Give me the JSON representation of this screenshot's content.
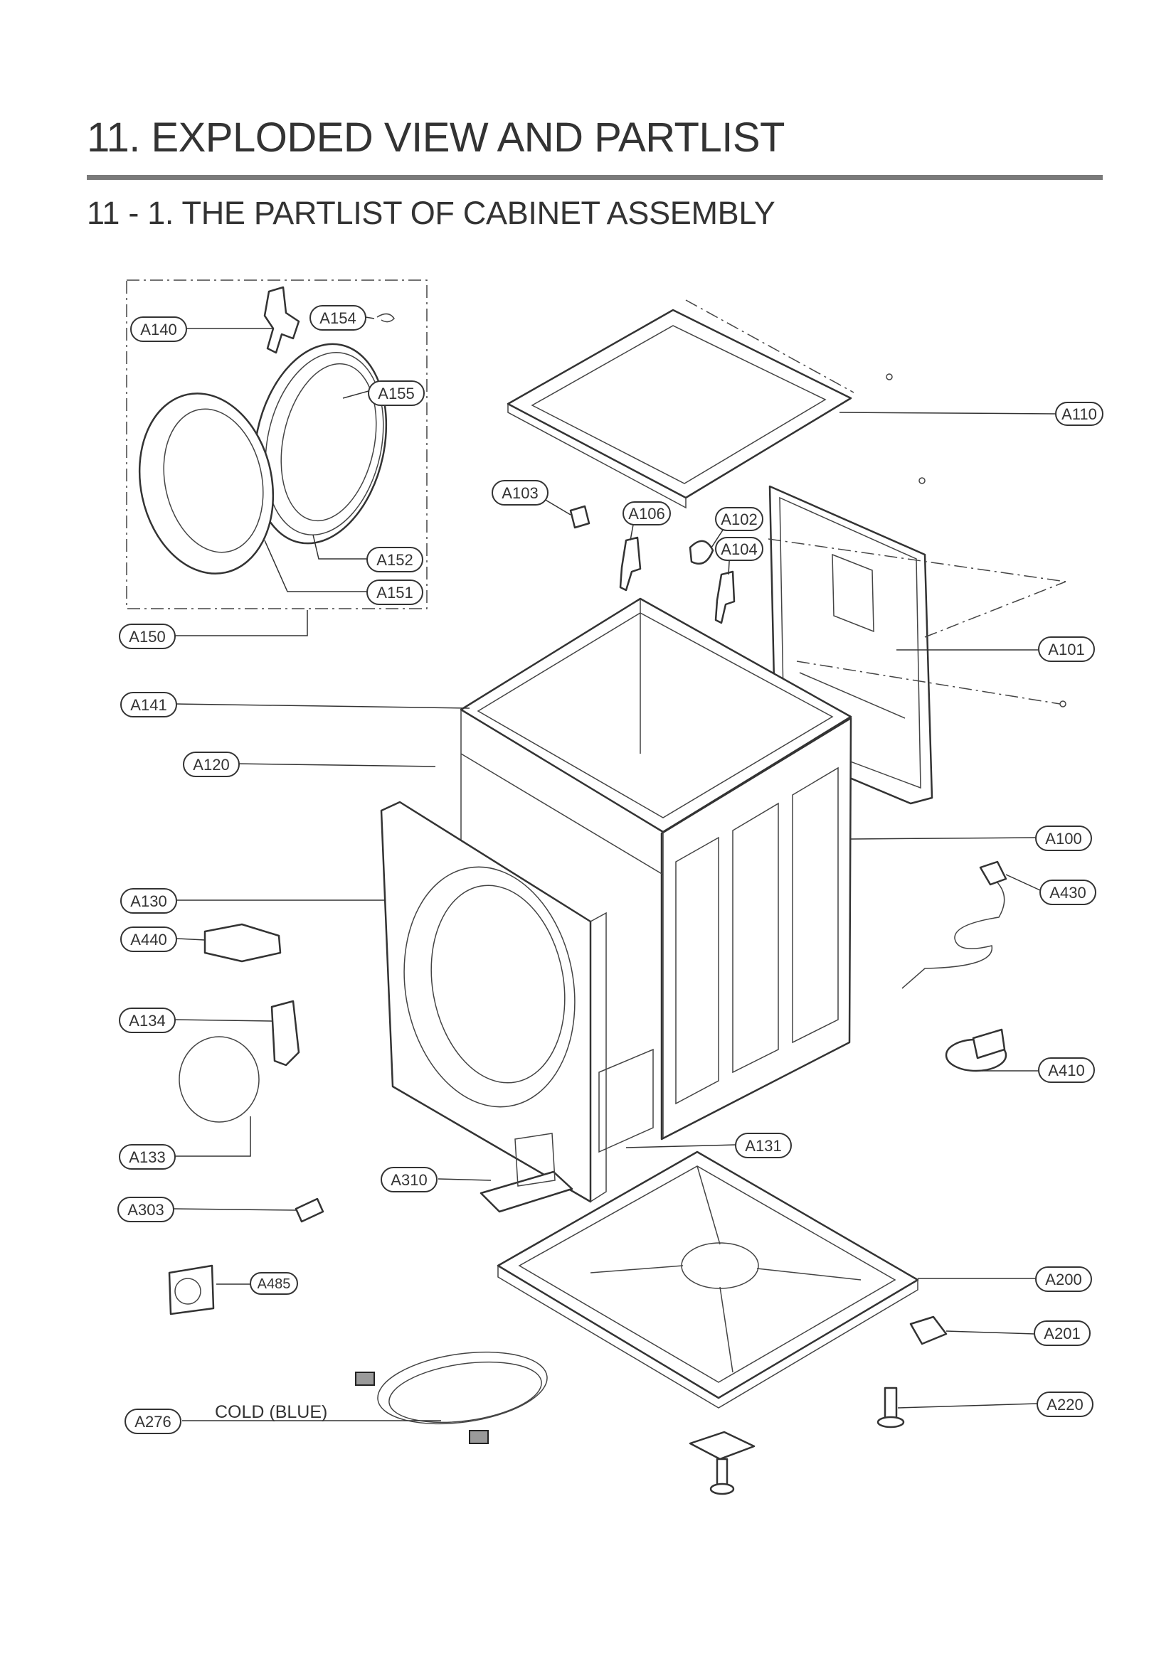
{
  "header": {
    "title": "11.  EXPLODED VIEW AND PARTLIST",
    "subtitle": "11 - 1. THE PARTLIST OF CABINET ASSEMBLY"
  },
  "callouts": {
    "a140": "A140",
    "a154": "A154",
    "a155": "A155",
    "a152": "A152",
    "a151": "A151",
    "a150": "A150",
    "a141": "A141",
    "a120": "A120",
    "a130": "A130",
    "a440": "A440",
    "a134": "A134",
    "a133": "A133",
    "a303": "A303",
    "a485": "A485",
    "a276": "A276",
    "a310": "A310",
    "a131": "A131",
    "a103": "A103",
    "a106": "A106",
    "a102": "A102",
    "a104": "A104",
    "a110": "A110",
    "a101": "A101",
    "a100": "A100",
    "a430": "A430",
    "a410": "A410",
    "a200": "A200",
    "a201": "A201",
    "a220": "A220"
  },
  "notes": {
    "hose_color": "COLD (BLUE)"
  }
}
